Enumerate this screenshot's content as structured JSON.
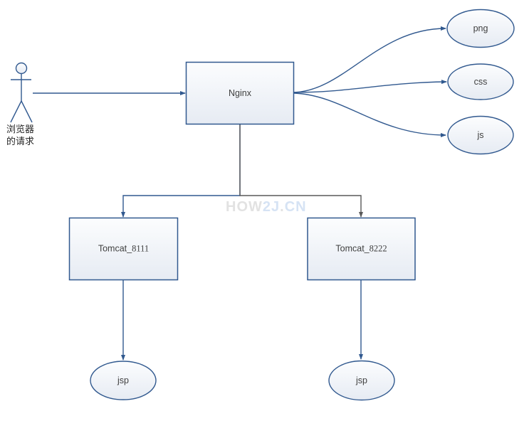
{
  "diagram": {
    "actor": {
      "id": "browser",
      "label_line1": "浏览器",
      "label_line2": "的请求"
    },
    "nodes": {
      "nginx": {
        "label": "Nginx",
        "shape": "rect"
      },
      "png": {
        "label": "png",
        "shape": "ellipse"
      },
      "css": {
        "label": "css",
        "shape": "ellipse"
      },
      "js": {
        "label": "js",
        "shape": "ellipse"
      },
      "tomcat1": {
        "label_prefix": "Tomcat_",
        "label_number": "8111",
        "shape": "rect"
      },
      "tomcat2": {
        "label_prefix": "Tomcat_",
        "label_number": "8222",
        "shape": "rect"
      },
      "jsp1": {
        "label": "jsp",
        "shape": "ellipse"
      },
      "jsp2": {
        "label": "jsp",
        "shape": "ellipse"
      }
    },
    "edges": [
      {
        "from": "browser",
        "to": "nginx"
      },
      {
        "from": "nginx",
        "to": "png"
      },
      {
        "from": "nginx",
        "to": "css"
      },
      {
        "from": "nginx",
        "to": "js"
      },
      {
        "from": "nginx",
        "to": "tomcat1"
      },
      {
        "from": "nginx",
        "to": "tomcat2"
      },
      {
        "from": "tomcat1",
        "to": "jsp1"
      },
      {
        "from": "tomcat2",
        "to": "jsp2"
      }
    ],
    "watermark": {
      "part1": "HOW",
      "part2": "2J",
      "part3": ".",
      "part4": "CN"
    },
    "colors": {
      "line_blue": "#31598F",
      "line_gray": "#595959",
      "node_border": "#31598F",
      "node_fill_top": "#FCFDFE",
      "node_fill_bottom": "#E6EBF3",
      "label_text": "#3F3F3F",
      "actor_label_text": "#262626",
      "watermark_gray": "#E2E2E2",
      "watermark_blue": "#D6E3F4"
    }
  }
}
